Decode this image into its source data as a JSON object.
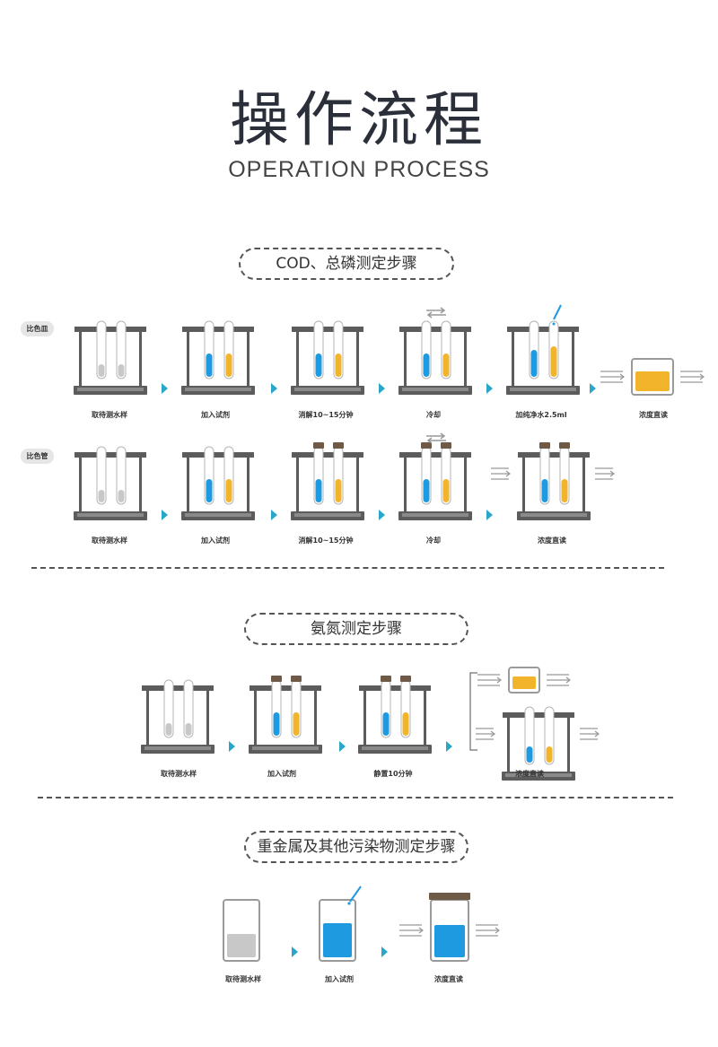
{
  "header": {
    "title": "操作流程",
    "subtitle": "OPERATION PROCESS"
  },
  "colors": {
    "blue_liquid": "#1e9be0",
    "yellow_liquid": "#f2b42a",
    "gray_liquid": "#c8c8c8",
    "rack": "#5c5c5c",
    "arrow": "#2aa6c8",
    "stopper": "#6e5a46"
  },
  "sections": {
    "cod": {
      "title": "COD、总磷测定步骤",
      "row1": {
        "badge": "比色皿",
        "steps": [
          "取待测水样",
          "加入试剂",
          "消解10~15分钟",
          "冷却",
          "加纯净水2.5ml",
          "浓度直读"
        ]
      },
      "row2": {
        "badge": "比色管",
        "steps": [
          "取待测水样",
          "加入试剂",
          "消解10~15分钟",
          "冷却",
          "浓度直读"
        ]
      }
    },
    "ammonia": {
      "title": "氨氮测定步骤",
      "steps": [
        "取待测水样",
        "加入试剂",
        "静置10分钟",
        "浓度直读"
      ]
    },
    "heavy_metal": {
      "title": "重金属及其他污染物测定步骤",
      "steps": [
        "取待测水样",
        "加入试剂",
        "浓度直读"
      ]
    }
  }
}
